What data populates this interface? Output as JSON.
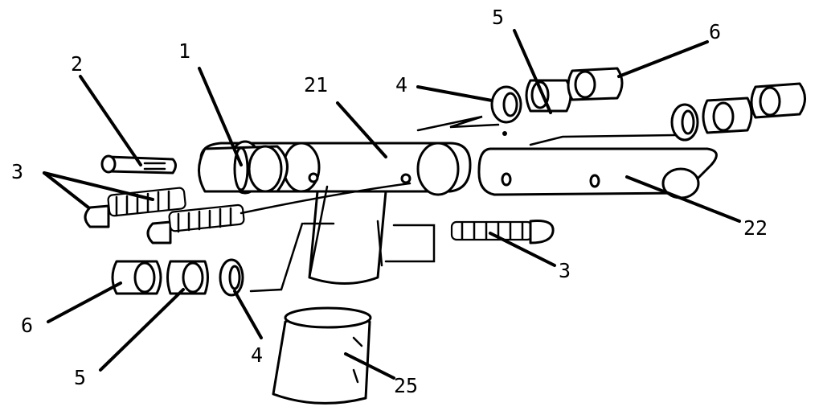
{
  "diagram": {
    "labels": {
      "l1": "1",
      "l2": "2",
      "l3a": "3",
      "l3b": "3",
      "l4a": "4",
      "l4b": "4",
      "l5a": "5",
      "l5b": "5",
      "l6a": "6",
      "l6b": "6",
      "l21": "21",
      "l22": "22",
      "l25": "25"
    }
  }
}
